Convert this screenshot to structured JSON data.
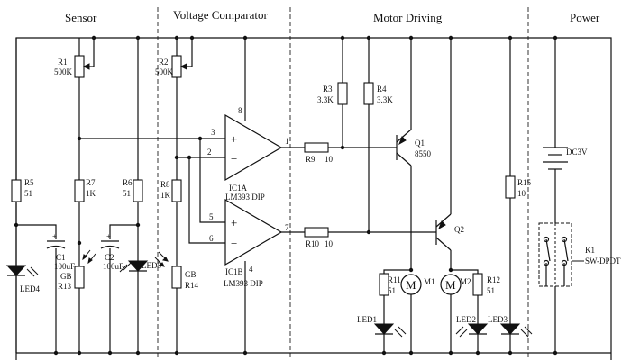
{
  "sections": {
    "sensor": "Sensor",
    "comparator": "Voltage Comparator",
    "motor": "Motor Driving",
    "power": "Power"
  },
  "components": {
    "R1": {
      "ref": "R1",
      "value": "500K"
    },
    "R2": {
      "ref": "R2",
      "value": "500K"
    },
    "R3": {
      "ref": "R3",
      "value": "3.3K"
    },
    "R4": {
      "ref": "R4",
      "value": "3.3K"
    },
    "R5": {
      "ref": "R5",
      "value": "51"
    },
    "R6": {
      "ref": "R6",
      "value": "51"
    },
    "R7": {
      "ref": "R7",
      "value": "1K"
    },
    "R8": {
      "ref": "R8",
      "value": "1K"
    },
    "R9": {
      "ref": "R9",
      "value": "10"
    },
    "R10": {
      "ref": "R10",
      "value": "10"
    },
    "R11": {
      "ref": "R11",
      "value": "51"
    },
    "R12": {
      "ref": "R12",
      "value": "51"
    },
    "R13": {
      "type": "GB",
      "ref": "R13"
    },
    "R14": {
      "type": "GB",
      "ref": "R14"
    },
    "R15": {
      "ref": "R15",
      "value": "10"
    },
    "C1": {
      "ref": "C1",
      "value": "100uF"
    },
    "C2": {
      "ref": "C2",
      "value": "100uF"
    },
    "IC1A": {
      "ref": "IC1A",
      "part": "LM393 DIP"
    },
    "IC1B": {
      "ref": "IC1B",
      "part": "LM393 DIP"
    },
    "Q1": {
      "ref": "Q1",
      "part": "8550"
    },
    "Q2": {
      "ref": "Q2"
    },
    "M1": {
      "ref": "M1",
      "symbol": "M"
    },
    "M2": {
      "ref": "M2",
      "symbol": "M"
    },
    "LED1": "LED1",
    "LED2": "LED2",
    "LED3": "LED3",
    "LED4": "LED4",
    "LED5": "LED5",
    "battery": {
      "label": "DC3V"
    },
    "K1": {
      "ref": "K1",
      "part": "SW-DPDT"
    }
  },
  "pins": {
    "ic1a": {
      "in_plus": "3",
      "in_minus": "2",
      "out": "1",
      "vcc": "8"
    },
    "ic1b": {
      "in_plus": "5",
      "in_minus": "6",
      "out": "7",
      "gnd": "4"
    },
    "plus_sign": "+",
    "minus_sign": "−",
    "cap_plus": "+"
  }
}
